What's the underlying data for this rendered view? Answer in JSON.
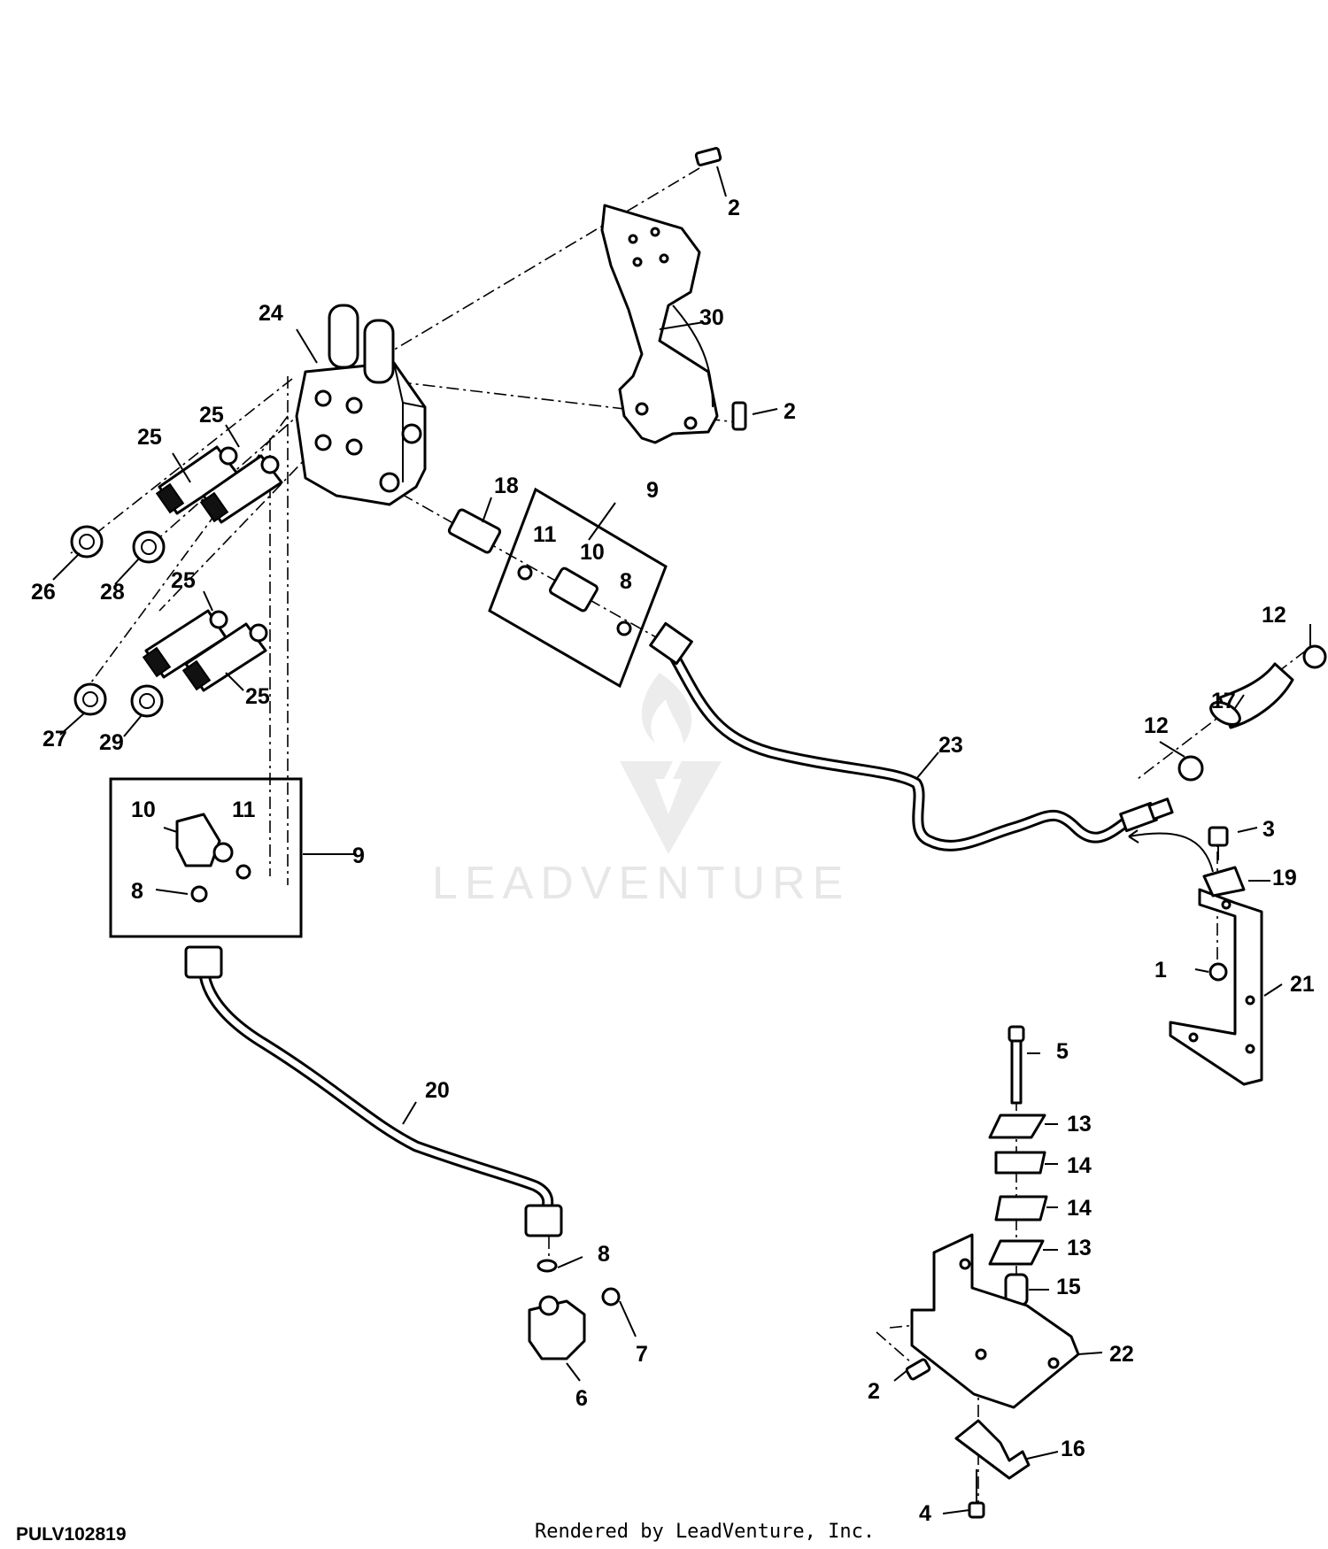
{
  "diagram": {
    "callouts": {
      "c2_top": "2",
      "c2_bracket": "2",
      "c2_base": "2",
      "c24": "24",
      "c30": "30",
      "c25_a": "25",
      "c25_b": "25",
      "c25_c": "25",
      "c25_d": "25",
      "c26": "26",
      "c28": "28",
      "c27": "27",
      "c29": "29",
      "c18": "18",
      "c9_upper": "9",
      "c11_upper": "11",
      "c10_upper": "10",
      "c8_upper": "8",
      "c12_top": "12",
      "c17": "17",
      "c12_mid": "12",
      "c23": "23",
      "c3": "3",
      "c19": "19",
      "c1": "1",
      "c21": "21",
      "c10_lower": "10",
      "c11_lower": "11",
      "c9_lower": "9",
      "c8_lower": "8",
      "c5": "5",
      "c13_a": "13",
      "c14_a": "14",
      "c14_b": "14",
      "c13_b": "13",
      "c15": "15",
      "c20": "20",
      "c8_bottom": "8",
      "c7": "7",
      "c6": "6",
      "c22": "22",
      "c16": "16",
      "c4": "4"
    },
    "watermark": "LEADVENTURE",
    "figure_id": "PULV102819",
    "credit": "Rendered by LeadVenture, Inc."
  }
}
